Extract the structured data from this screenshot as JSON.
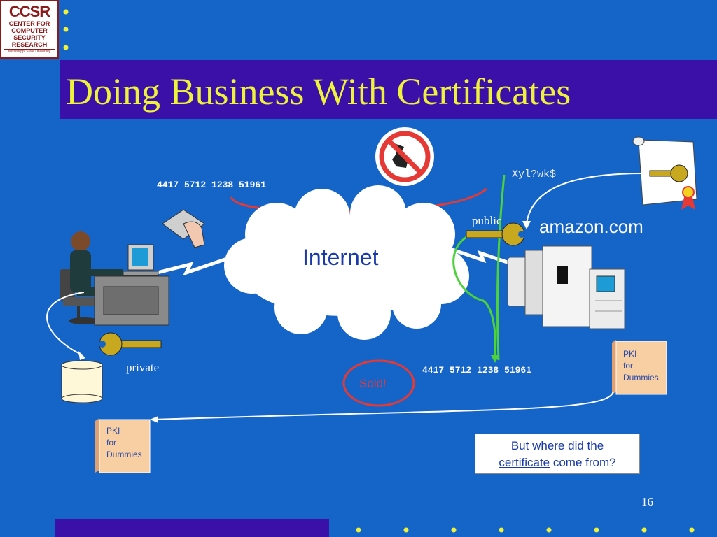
{
  "logo": {
    "acronym": "CCSR",
    "line1": "CENTER FOR",
    "line2": "COMPUTER",
    "line3": "SECURITY",
    "line4": "RESEARCH",
    "university": "Mississippi State University"
  },
  "title": "Doing Business With Certificates",
  "card_number_top": "4417 5712 1238 51961",
  "card_number_bottom": "4417 5712 1238 51961",
  "ciphertext": "Xyl?wk$",
  "key_public_label": "public",
  "key_private_label": "private",
  "merchant_label": "amazon.com",
  "network_label": "Internet",
  "sold_label": "Sold!",
  "book_right": {
    "line1": "PKI",
    "line2": "for",
    "line3": "Dummies"
  },
  "book_left": {
    "line1": "PKI",
    "line2": "for",
    "line3": "Dummies"
  },
  "callout": {
    "line1": "But where did the",
    "link_word": "certificate",
    "line2_rest": " come from?"
  },
  "slide_number": "16",
  "colors": {
    "background": "#1565c8",
    "title_bar": "#3b10a8",
    "title_text": "#eef23a",
    "key_gold": "#c8a81e",
    "sold_red": "#e53935",
    "green_line": "#4cd23a"
  },
  "icons": [
    "no-eavesdropper-icon",
    "certificate-scroll-icon",
    "key-icon",
    "server-icon",
    "workstation-icon",
    "database-icon",
    "book-icon"
  ]
}
